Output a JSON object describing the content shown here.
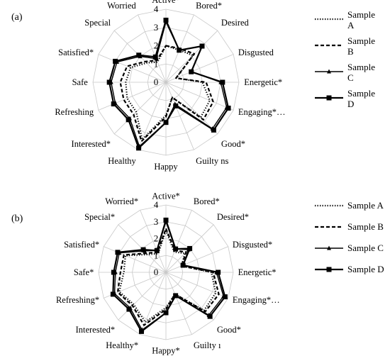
{
  "chart_data": [
    {
      "type": "radar",
      "panel_label": "(a)",
      "categories": [
        "Active*",
        "Bored*",
        "Desired",
        "Disgusted",
        "Energetic*",
        "Engaging*…",
        "Good*",
        "Guilty ns",
        "Happy",
        "Healthy",
        "Interested*",
        "Refreshing",
        "Safe",
        "Satisfied*",
        "Special",
        "Worried"
      ],
      "ticks": [
        "0",
        "1",
        "2",
        "3",
        "4"
      ],
      "rlim": [
        0,
        4
      ],
      "legend_position": "right",
      "series": [
        {
          "name": "Sample A",
          "style": "dotted",
          "values": [
            2.0,
            1.9,
            2.1,
            0.6,
            2.0,
            2.6,
            2.7,
            0.9,
            1.8,
            3.4,
            2.3,
            2.3,
            2.2,
            2.1,
            1.5,
            1.2
          ]
        },
        {
          "name": "Sample B",
          "style": "dashed",
          "values": [
            2.0,
            2.0,
            2.2,
            0.6,
            2.2,
            2.8,
            2.9,
            0.9,
            1.9,
            3.5,
            2.5,
            2.5,
            2.5,
            2.3,
            1.6,
            1.3
          ]
        },
        {
          "name": "Sample C",
          "style": "triangle",
          "values": [
            3.3,
            1.9,
            2.8,
            1.5,
            3.0,
            3.6,
            3.6,
            1.3,
            2.2,
            3.8,
            2.8,
            3.0,
            3.0,
            2.9,
            2.0,
            1.4
          ]
        },
        {
          "name": "Sample D",
          "style": "square",
          "values": [
            3.4,
            1.9,
            2.8,
            1.5,
            3.1,
            3.7,
            3.7,
            1.4,
            2.2,
            3.9,
            2.9,
            3.1,
            3.1,
            3.0,
            2.1,
            1.5
          ]
        }
      ]
    },
    {
      "type": "radar",
      "panel_label": "(b)",
      "categories": [
        "Active*",
        "Bored*",
        "Desired*",
        "Disgusted*",
        "Energetic*",
        "Engaging*…",
        "Good*",
        "Guilty ı",
        "Happy*",
        "Healthy*",
        "Interested*",
        "Refreshing*",
        "Safe*",
        "Satisfied*",
        "Special*",
        "Worried*"
      ],
      "ticks": [
        "0",
        "1",
        "2",
        "3",
        "4"
      ],
      "rlim": [
        0,
        4
      ],
      "legend_position": "right",
      "series": [
        {
          "name": "Sample A",
          "style": "dotted",
          "values": [
            2.5,
            1.3,
            1.6,
            1.0,
            2.7,
            3.2,
            3.2,
            1.4,
            2.1,
            3.2,
            2.7,
            3.0,
            2.5,
            2.6,
            1.5,
            1.2
          ]
        },
        {
          "name": "Sample B",
          "style": "dashed",
          "values": [
            2.6,
            1.4,
            1.7,
            1.0,
            2.8,
            3.4,
            3.3,
            1.4,
            2.2,
            3.4,
            2.8,
            3.1,
            2.7,
            2.7,
            1.6,
            1.3
          ]
        },
        {
          "name": "Sample C",
          "style": "triangle",
          "values": [
            3.0,
            1.5,
            1.9,
            1.1,
            3.0,
            3.7,
            3.6,
            1.5,
            2.4,
            3.7,
            3.0,
            3.3,
            3.0,
            3.0,
            1.8,
            1.4
          ]
        },
        {
          "name": "Sample D",
          "style": "square",
          "values": [
            3.1,
            1.5,
            2.0,
            1.1,
            3.1,
            3.8,
            3.7,
            1.5,
            2.4,
            3.8,
            3.1,
            3.4,
            3.1,
            3.1,
            1.9,
            1.4
          ]
        }
      ]
    }
  ]
}
